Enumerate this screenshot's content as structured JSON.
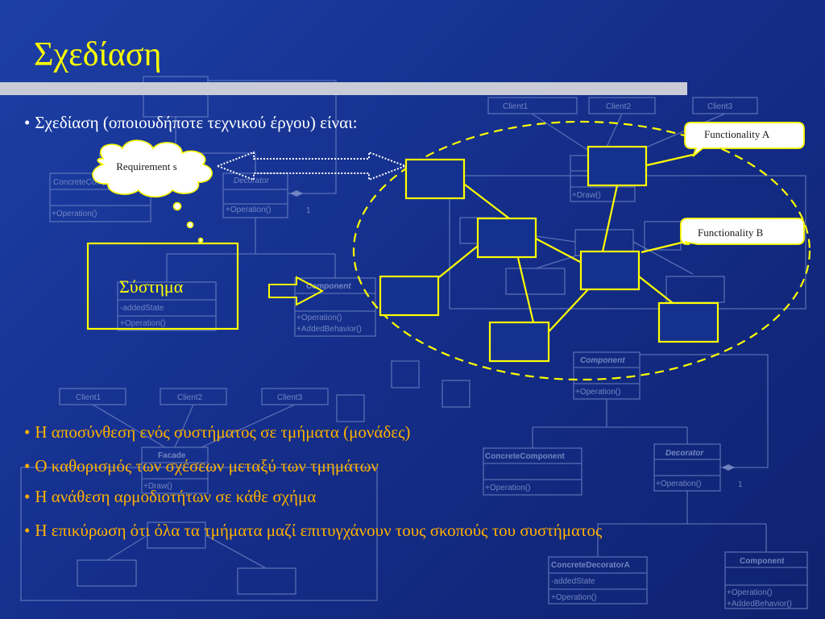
{
  "slide": {
    "title": "Σχεδίαση",
    "intro_bullet": "Σχεδίαση (οποιουδήποτε τεχνικού έργου) είναι:",
    "bullets": [
      "Η αποσύνθεση ενός συστήματος σε τμήματα (μονάδες)",
      "Ο καθορισμός των σχέσεων μεταξύ των τμημάτων",
      "Η ανάθεση αρμοδιοτήτων σε κάθε σχήμα",
      "Η επικύρωση ότι όλα τα τμήματα μαζί επιτυγχάνουν τους σκοπούς του συστήματος"
    ],
    "bullet_marker": "•"
  },
  "diagram": {
    "requirements_label": "Requirement s",
    "system_label": "Σύστημα",
    "functionality_a": "Functionality A",
    "functionality_b": "Functionality B"
  },
  "background_uml": {
    "client1": "Client1",
    "client2": "Client2",
    "client3": "Client3",
    "facade": "Facade",
    "draw_op": "+Draw()",
    "component": "Component",
    "operation": "+Operation()",
    "added_behavior": "+AddedBehavior()",
    "concrete_component": "ConcreteComponent",
    "decorator": "Decorator",
    "concrete_decorator_a": "ConcreteDecoratorA",
    "added_state": "-addedState",
    "multiplicity": "1"
  },
  "colors": {
    "title": "#ffff00",
    "intro_text": "#ffffff",
    "bullet_text": "#ffb100",
    "diagram_yellow": "#ffff00",
    "callout_fill": "#ffffff",
    "uml_faint": "#7c8fc8"
  }
}
